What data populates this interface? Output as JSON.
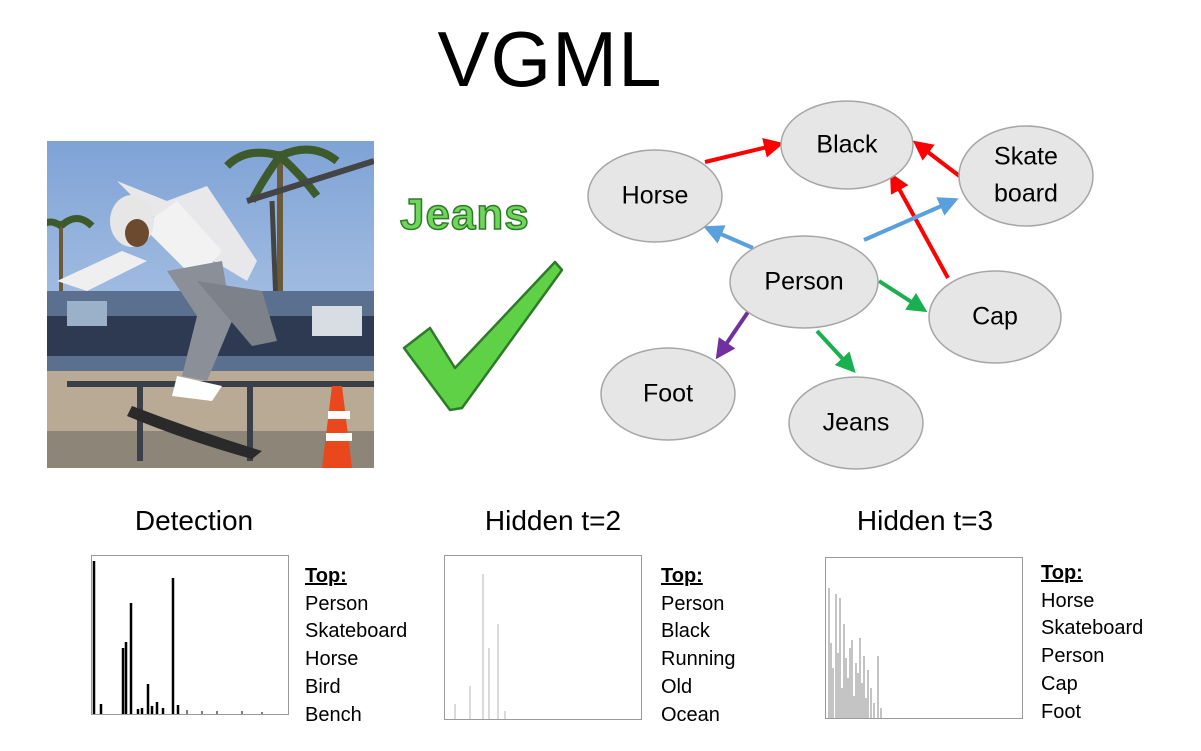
{
  "title": "VGML",
  "prediction": {
    "label": "Jeans",
    "check_icon": "checkmark-icon",
    "color": "#6fd65a"
  },
  "photo": {
    "icon": "skateboarder-photo"
  },
  "graph": {
    "nodes": [
      {
        "id": "black",
        "label": "Black"
      },
      {
        "id": "horse",
        "label": "Horse"
      },
      {
        "id": "skateboard",
        "label_line1": "Skate",
        "label_line2": "board"
      },
      {
        "id": "person",
        "label": "Person"
      },
      {
        "id": "cap",
        "label": "Cap"
      },
      {
        "id": "foot",
        "label": "Foot"
      },
      {
        "id": "jeans",
        "label": "Jeans"
      }
    ],
    "edges": [
      {
        "from": "horse",
        "to": "black",
        "color": "#ff0000"
      },
      {
        "from": "skateboard",
        "to": "black",
        "color": "#ff0000"
      },
      {
        "from": "cap",
        "to": "black",
        "color": "#ff0000"
      },
      {
        "from": "person",
        "to": "horse",
        "color": "#5aa0dc"
      },
      {
        "from": "person",
        "to": "skateboard",
        "color": "#5aa0dc"
      },
      {
        "from": "person",
        "to": "cap",
        "color": "#19b050"
      },
      {
        "from": "person",
        "to": "jeans",
        "color": "#19b050"
      },
      {
        "from": "person",
        "to": "foot",
        "color": "#7030a0"
      }
    ]
  },
  "panels": [
    {
      "heading": "Detection",
      "top_label": "Top:",
      "top": [
        "Person",
        "Skateboard",
        "Horse",
        "Bird",
        "Bench"
      ]
    },
    {
      "heading": "Hidden t=2",
      "top_label": "Top:",
      "top": [
        "Person",
        "Black",
        "Running",
        "Old",
        "Ocean"
      ]
    },
    {
      "heading": "Hidden t=3",
      "top_label": "Top:",
      "top": [
        "Horse",
        "Skateboard",
        "Person",
        "Cap",
        "Foot"
      ]
    }
  ]
}
